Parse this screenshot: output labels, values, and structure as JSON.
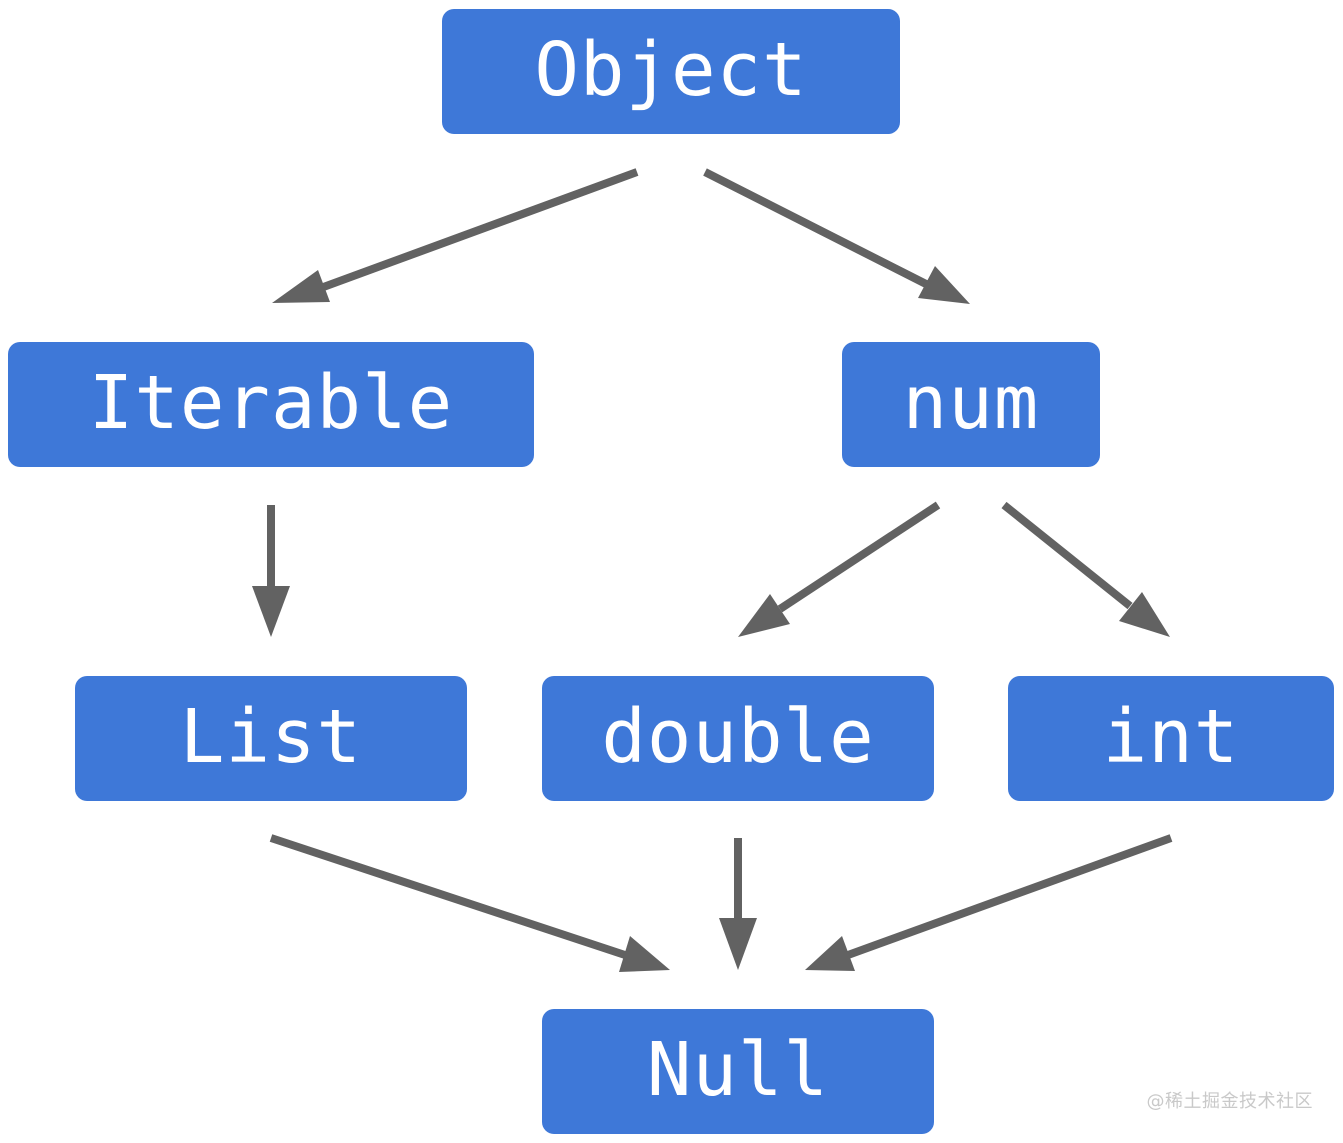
{
  "diagram": {
    "nodes": {
      "object": "Object",
      "iterable": "Iterable",
      "num": "num",
      "list": "List",
      "double": "double",
      "int": "int",
      "null": "Null"
    },
    "edges": [
      {
        "from": "Object",
        "to": "Iterable"
      },
      {
        "from": "Object",
        "to": "num"
      },
      {
        "from": "Iterable",
        "to": "List"
      },
      {
        "from": "num",
        "to": "double"
      },
      {
        "from": "num",
        "to": "int"
      },
      {
        "from": "List",
        "to": "Null"
      },
      {
        "from": "double",
        "to": "Null"
      },
      {
        "from": "int",
        "to": "Null"
      }
    ],
    "colors": {
      "node_fill": "#3e78d8",
      "node_text": "#ffffff",
      "edge": "#626262",
      "watermark": "#c9c9c9"
    }
  },
  "watermark": "@稀土掘金技术社区"
}
